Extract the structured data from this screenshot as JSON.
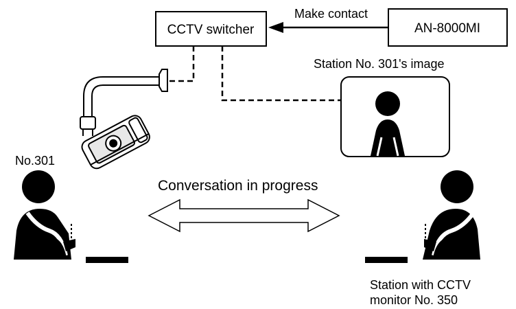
{
  "switcher_label": "CCTV switcher",
  "source_label": "AN-8000MI",
  "contact_label": "Make contact",
  "monitor_label": "Station No. 301's image",
  "station_left_label": "No.301",
  "conversation_label": "Conversation in progress",
  "station_right_label_line1": "Station with CCTV",
  "station_right_label_line2": "monitor No. 350"
}
